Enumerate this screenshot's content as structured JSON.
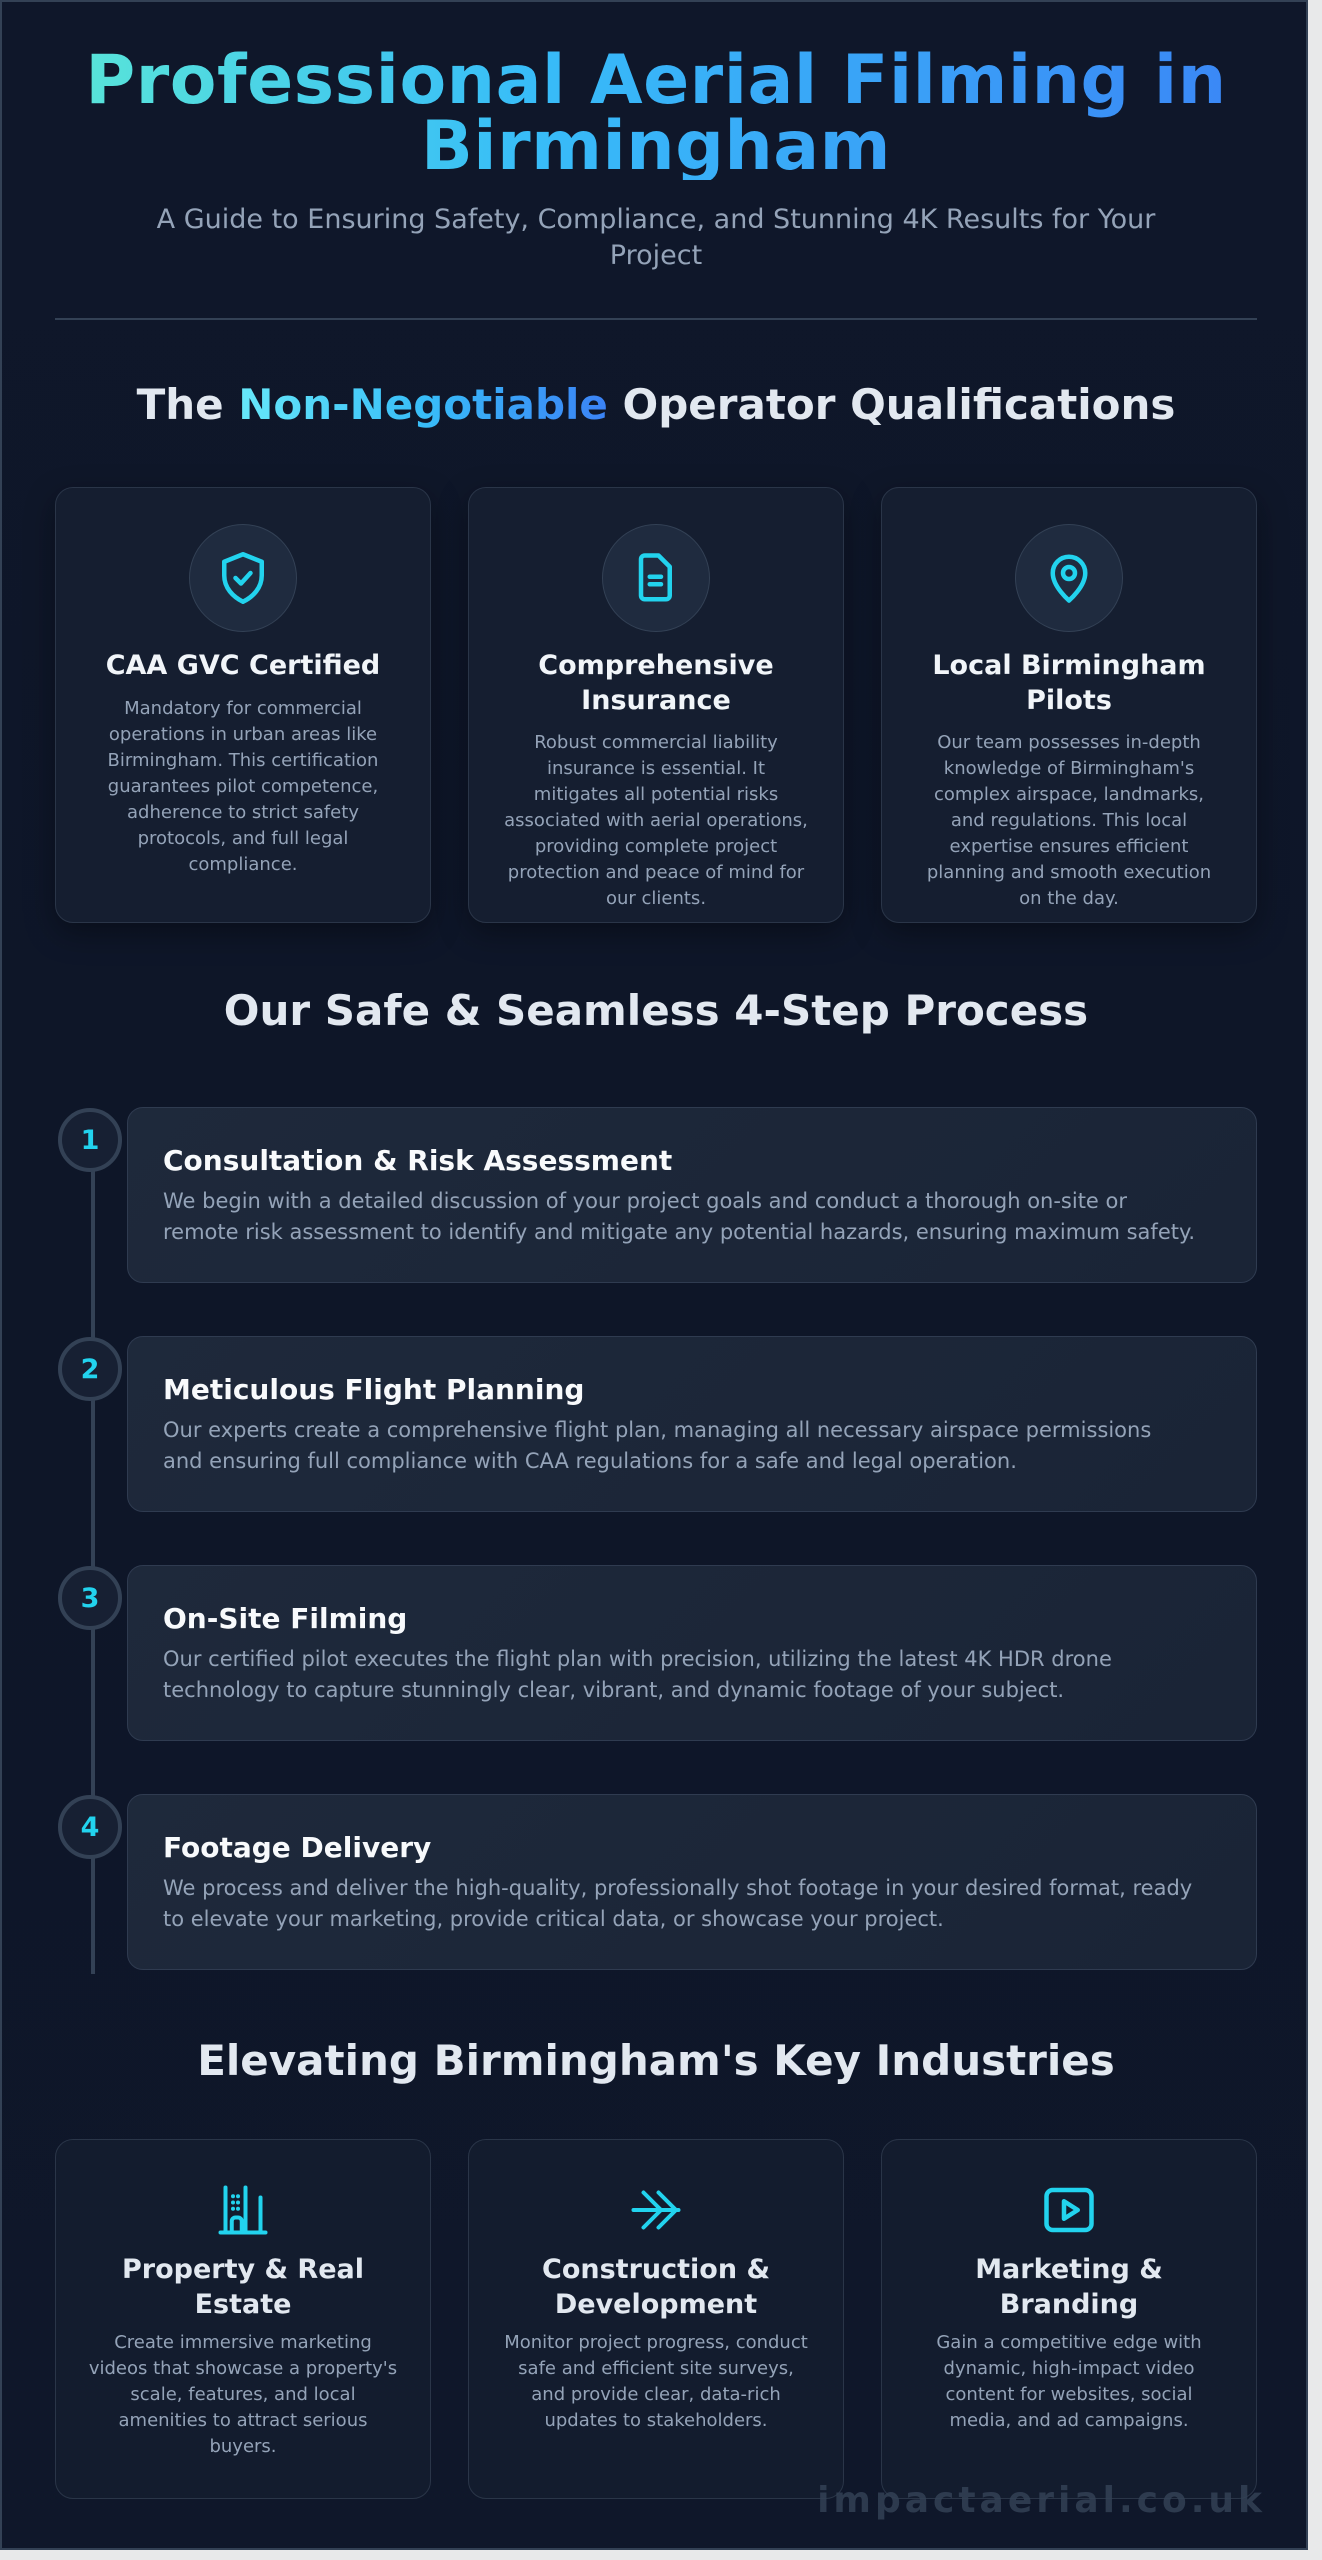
{
  "hero": {
    "title": "Professional Aerial Filming in Birmingham",
    "subtitle": "A Guide to Ensuring Safety, Compliance, and Stunning 4K Results for Your Project"
  },
  "qualifications": {
    "heading_prefix": "The ",
    "heading_highlight": "Non-Negotiable",
    "heading_suffix": " Operator Qualifications",
    "cards": [
      {
        "icon": "shield-check-icon",
        "title": "CAA GVC Certified",
        "description": "Mandatory for commercial operations in urban areas like Birmingham. This certification guarantees pilot competence, adherence to strict safety protocols, and full legal compliance."
      },
      {
        "icon": "document-icon",
        "title": "Comprehensive Insurance",
        "description": "Robust commercial liability insurance is essential. It mitigates all potential risks associated with aerial operations, providing complete project protection and peace of mind for our clients."
      },
      {
        "icon": "map-pin-icon",
        "title": "Local Birmingham Pilots",
        "description": "Our team possesses in-depth knowledge of Birmingham's complex airspace, landmarks, and regulations. This local expertise ensures efficient planning and smooth execution on the day."
      }
    ]
  },
  "process": {
    "heading": "Our Safe & Seamless 4-Step Process",
    "steps": [
      {
        "number": "1",
        "title": "Consultation & Risk Assessment",
        "description": "We begin with a detailed discussion of your project goals and conduct a thorough on-site or remote risk assessment to identify and mitigate any potential hazards, ensuring maximum safety."
      },
      {
        "number": "2",
        "title": "Meticulous Flight Planning",
        "description": "Our experts create a comprehensive flight plan, managing all necessary airspace permissions and ensuring full compliance with CAA regulations for a safe and legal operation."
      },
      {
        "number": "3",
        "title": "On-Site Filming",
        "description": "Our certified pilot executes the flight plan with precision, utilizing the latest 4K HDR drone technology to capture stunningly clear, vibrant, and dynamic footage of your subject."
      },
      {
        "number": "4",
        "title": "Footage Delivery",
        "description": "We process and deliver the high-quality, professionally shot footage in your desired format, ready to elevate your marketing, provide critical data, or showcase your project."
      }
    ]
  },
  "industries": {
    "heading": "Elevating Birmingham's Key Industries",
    "cards": [
      {
        "icon": "building-icon",
        "title": "Property & Real Estate",
        "description": "Create immersive marketing videos that showcase a property's scale, features, and local amenities to attract serious buyers."
      },
      {
        "icon": "double-arrow-icon",
        "title": "Construction & Development",
        "description": "Monitor project progress, conduct safe and efficient site surveys, and provide clear, data-rich updates to stakeholders."
      },
      {
        "icon": "video-play-icon",
        "title": "Marketing & Branding",
        "description": "Gain a competitive edge with dynamic, high-impact video content for websites, social media, and ad campaigns."
      }
    ]
  },
  "watermark": "impactaerial.co.uk",
  "colors": {
    "background": "#0f172a",
    "card": "#151e30",
    "accent_cyan": "#22d3ee",
    "accent_blue": "#3b82f6",
    "heading": "#e2e8f0",
    "body_text": "#94a3b8",
    "border": "#334155"
  }
}
